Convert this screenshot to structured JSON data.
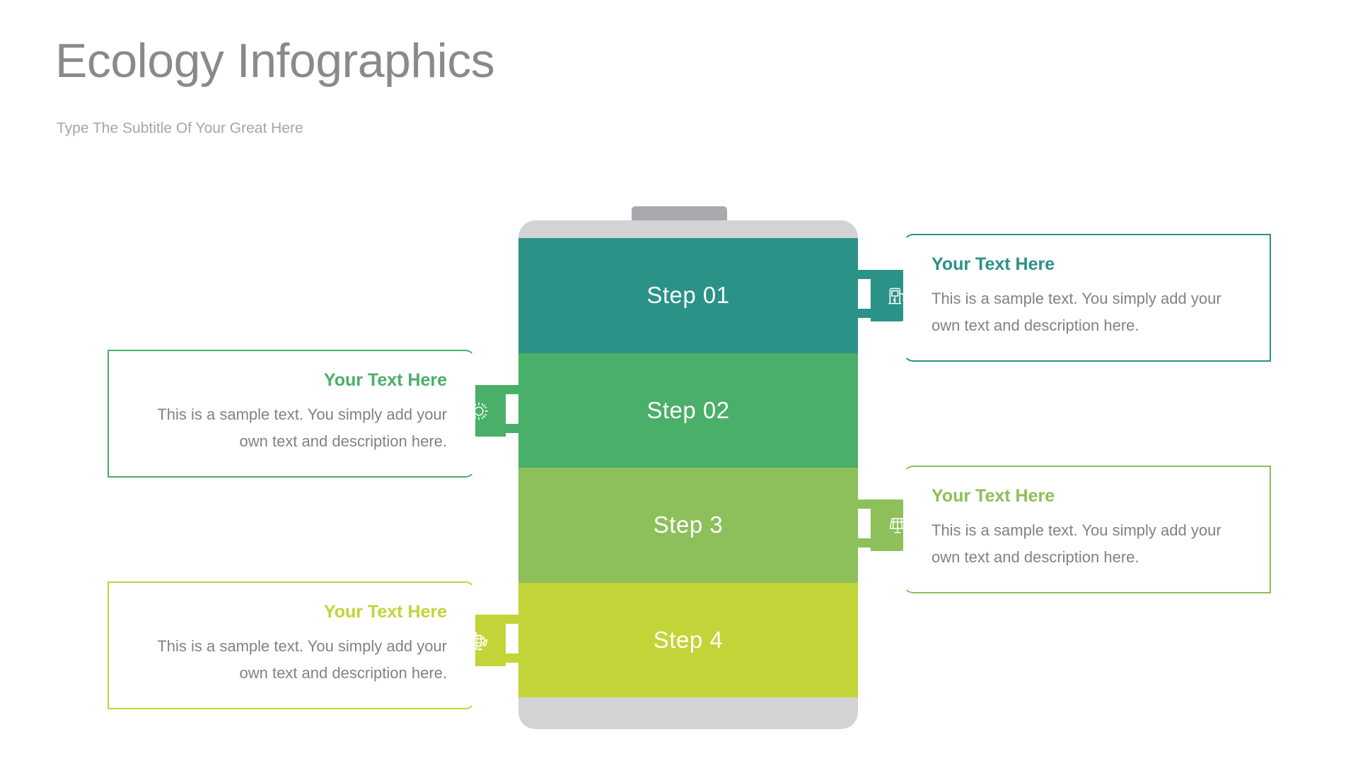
{
  "header": {
    "title": "Ecology Infographics",
    "subtitle": "Type The Subtitle Of Your Great Here",
    "title_color": "#8a8a8a",
    "subtitle_color": "#a6a6a6"
  },
  "battery": {
    "terminal_color": "#a7a9ac",
    "shell_color": "#d2d3d5"
  },
  "steps": [
    {
      "label": "Step 01",
      "color": "#2a9287",
      "side": "right",
      "icon": "ev-charging-station-icon",
      "heading": "Your Text Here",
      "body": "This is a sample text. You simply add your own text and description here."
    },
    {
      "label": "Step 02",
      "color": "#4aaf68",
      "side": "left",
      "icon": "sun-icon",
      "heading": "Your Text Here",
      "body": "This is a sample text. You simply add your own text and description here."
    },
    {
      "label": "Step 3",
      "color": "#8dbf5a",
      "side": "right",
      "icon": "solar-panel-icon",
      "heading": "Your Text Here",
      "body": "This is a sample text. You simply add your own text and description here."
    },
    {
      "label": "Step 4",
      "color": "#c2d437",
      "side": "left",
      "icon": "globe-recycle-icon",
      "heading": "Your Text Here",
      "body": "This is a sample text. You simply add your own text and description here."
    }
  ]
}
